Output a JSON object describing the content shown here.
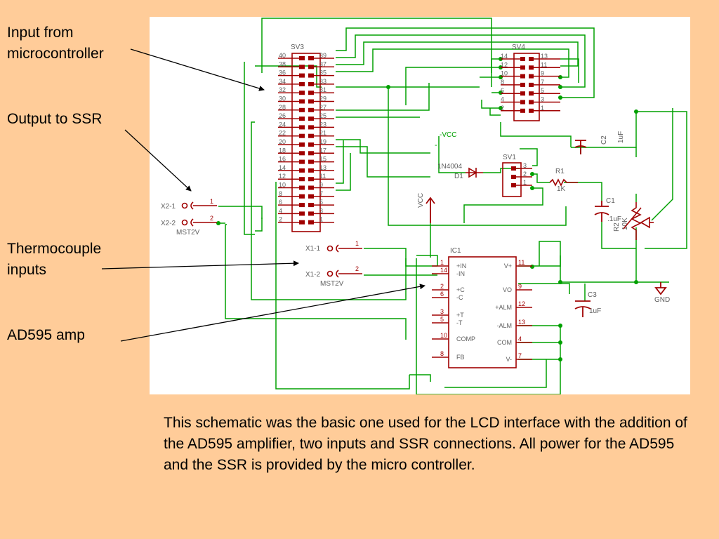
{
  "callouts": {
    "input_from_mcu": "Input from\nmicrocontroller",
    "output_to_ssr": "Output to SSR",
    "thermocouple_inputs": "Thermocouple\ninputs",
    "ad595_amp": "AD595 amp"
  },
  "caption": "This schematic was the basic one used for the LCD interface with the addition of the AD595 amplifier, two inputs and SSR connections.  All power for the AD595 and the SSR is provided by the micro controller.",
  "colors": {
    "background": "#FFCC99",
    "panel": "#FFFFFF",
    "wire": "#00A000",
    "part": "#A00000",
    "label": "#606060"
  },
  "schematic": {
    "sv3": {
      "name": "SV3",
      "left_pins": [
        "40",
        "38",
        "36",
        "34",
        "32",
        "30",
        "28",
        "26",
        "24",
        "22",
        "20",
        "18",
        "16",
        "14",
        "12",
        "10",
        "8",
        "6",
        "4",
        "2"
      ],
      "right_pins": [
        "39",
        "37",
        "35",
        "33",
        "31",
        "29",
        "27",
        "25",
        "23",
        "21",
        "19",
        "17",
        "15",
        "13",
        "11",
        "9",
        "7",
        "5",
        "3",
        "1"
      ]
    },
    "sv4": {
      "name": "SV4",
      "left_pins": [
        "14",
        "12",
        "10",
        "8",
        "6",
        "4",
        "2"
      ],
      "right_pins": [
        "13",
        "11",
        "9",
        "7",
        "5",
        "3",
        "1"
      ]
    },
    "sv1": {
      "name": "SV1",
      "pins": [
        "3",
        "2",
        "1"
      ]
    },
    "ic1": {
      "name": "IC1",
      "left_pins": [
        {
          "num": "1",
          "label": "+IN"
        },
        {
          "num": "14",
          "label": "-IN"
        },
        {
          "num": "2",
          "label": "+C"
        },
        {
          "num": "6",
          "label": "-C"
        },
        {
          "num": "3",
          "label": "+T"
        },
        {
          "num": "5",
          "label": "-T"
        },
        {
          "num": "10",
          "label": "COMP"
        },
        {
          "num": "8",
          "label": "FB"
        }
      ],
      "right_pins": [
        {
          "num": "11",
          "label": "V+"
        },
        {
          "num": "9",
          "label": "VO"
        },
        {
          "num": "12",
          "label": "+ALM"
        },
        {
          "num": "13",
          "label": "-ALM"
        },
        {
          "num": "4",
          "label": "COM"
        },
        {
          "num": "7",
          "label": "V-"
        }
      ]
    },
    "x2": {
      "pin1": "X2-1",
      "pin2": "X2-2",
      "part": "MST2V",
      "n1": "1",
      "n2": "2"
    },
    "x1": {
      "pin1": "X1-1",
      "pin2": "X1-2",
      "part": "MST2V",
      "n1": "1",
      "n2": "2"
    },
    "c2": {
      "name": "C2",
      "value": "1uF"
    },
    "c1": {
      "name": "C1",
      "value": ".1uF"
    },
    "c3": {
      "name": "C3",
      "value": "1uF"
    },
    "r1": {
      "name": "R1",
      "value": "1K"
    },
    "r2": {
      "name": "R2",
      "value": "10K"
    },
    "d1": {
      "name": "D1",
      "part": "1N4004"
    },
    "vcc": "VCC",
    "neg_vcc": "-VCC",
    "neg_vcc_sym": "-",
    "gnd": "GND"
  }
}
